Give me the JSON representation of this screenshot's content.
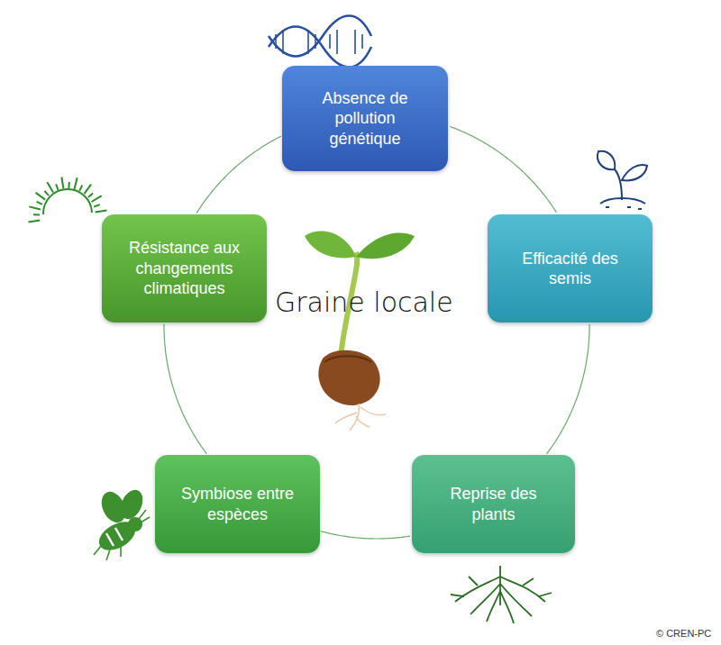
{
  "diagram": {
    "nodes": [
      {
        "text": [
          "Absence de pollution génétique"
        ]
      },
      {
        "text": [
          "Efficacité des semis"
        ]
      },
      {
        "text": [
          "Reprise des plants"
        ]
      },
      {
        "text": [
          "Symbiose entre espèces"
        ]
      },
      {
        "text": [
          "Résistance aux changements climatiques"
        ]
      }
    ],
    "edges": [
      {
        "from": 0,
        "to": 1,
        "arrow": "none"
      },
      {
        "from": 1,
        "to": 2,
        "arrow": "none"
      },
      {
        "from": 2,
        "to": 3,
        "arrow": "none"
      },
      {
        "from": 3,
        "to": 4,
        "arrow": "none"
      },
      {
        "from": 4,
        "to": 0,
        "arrow": "none"
      }
    ],
    "labels": [
      "Graine locale",
      "© CREN-PC"
    ]
  }
}
